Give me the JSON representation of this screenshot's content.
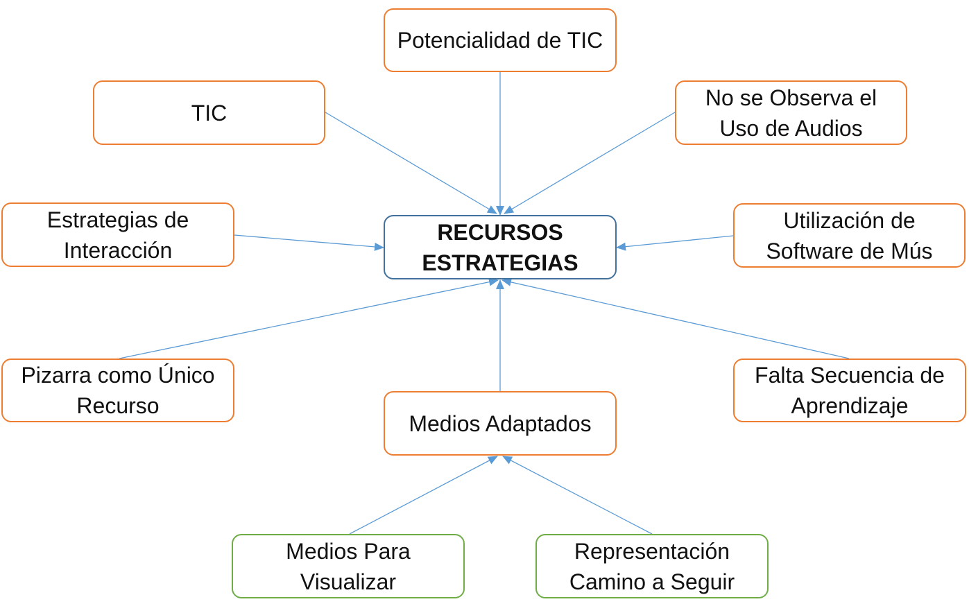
{
  "diagram": {
    "colors": {
      "center_border": "#41719c",
      "primary_border": "#ed7d31",
      "secondary_border": "#70ad47",
      "connector": "#5b9bd5"
    },
    "center": {
      "label": "RECURSOS ESTRATEGIAS"
    },
    "nodes": {
      "potencialidad": {
        "label": "Potencialidad de TIC"
      },
      "tic": {
        "label": "TIC"
      },
      "no_audios": {
        "label": "No se Observa el Uso de Audios"
      },
      "estrategias_interaccion": {
        "label": "Estrategias de Interacción"
      },
      "software_musica": {
        "label": "Utilización de Software de Mús"
      },
      "pizarra": {
        "label": "Pizarra como Único Recurso"
      },
      "medios_adaptados": {
        "label": "Medios Adaptados"
      },
      "falta_secuencia": {
        "label": "Falta Secuencia de Aprendizaje"
      },
      "medios_visualizar": {
        "label": "Medios Para Visualizar"
      },
      "representacion": {
        "label": "Representación Camino a Seguir"
      }
    },
    "edges": [
      {
        "from": "potencialidad",
        "to": "center"
      },
      {
        "from": "tic",
        "to": "center"
      },
      {
        "from": "no_audios",
        "to": "center"
      },
      {
        "from": "estrategias_interaccion",
        "to": "center"
      },
      {
        "from": "software_musica",
        "to": "center"
      },
      {
        "from": "pizarra",
        "to": "center"
      },
      {
        "from": "medios_adaptados",
        "to": "center"
      },
      {
        "from": "falta_secuencia",
        "to": "center"
      },
      {
        "from": "medios_visualizar",
        "to": "medios_adaptados"
      },
      {
        "from": "representacion",
        "to": "medios_adaptados"
      }
    ]
  }
}
